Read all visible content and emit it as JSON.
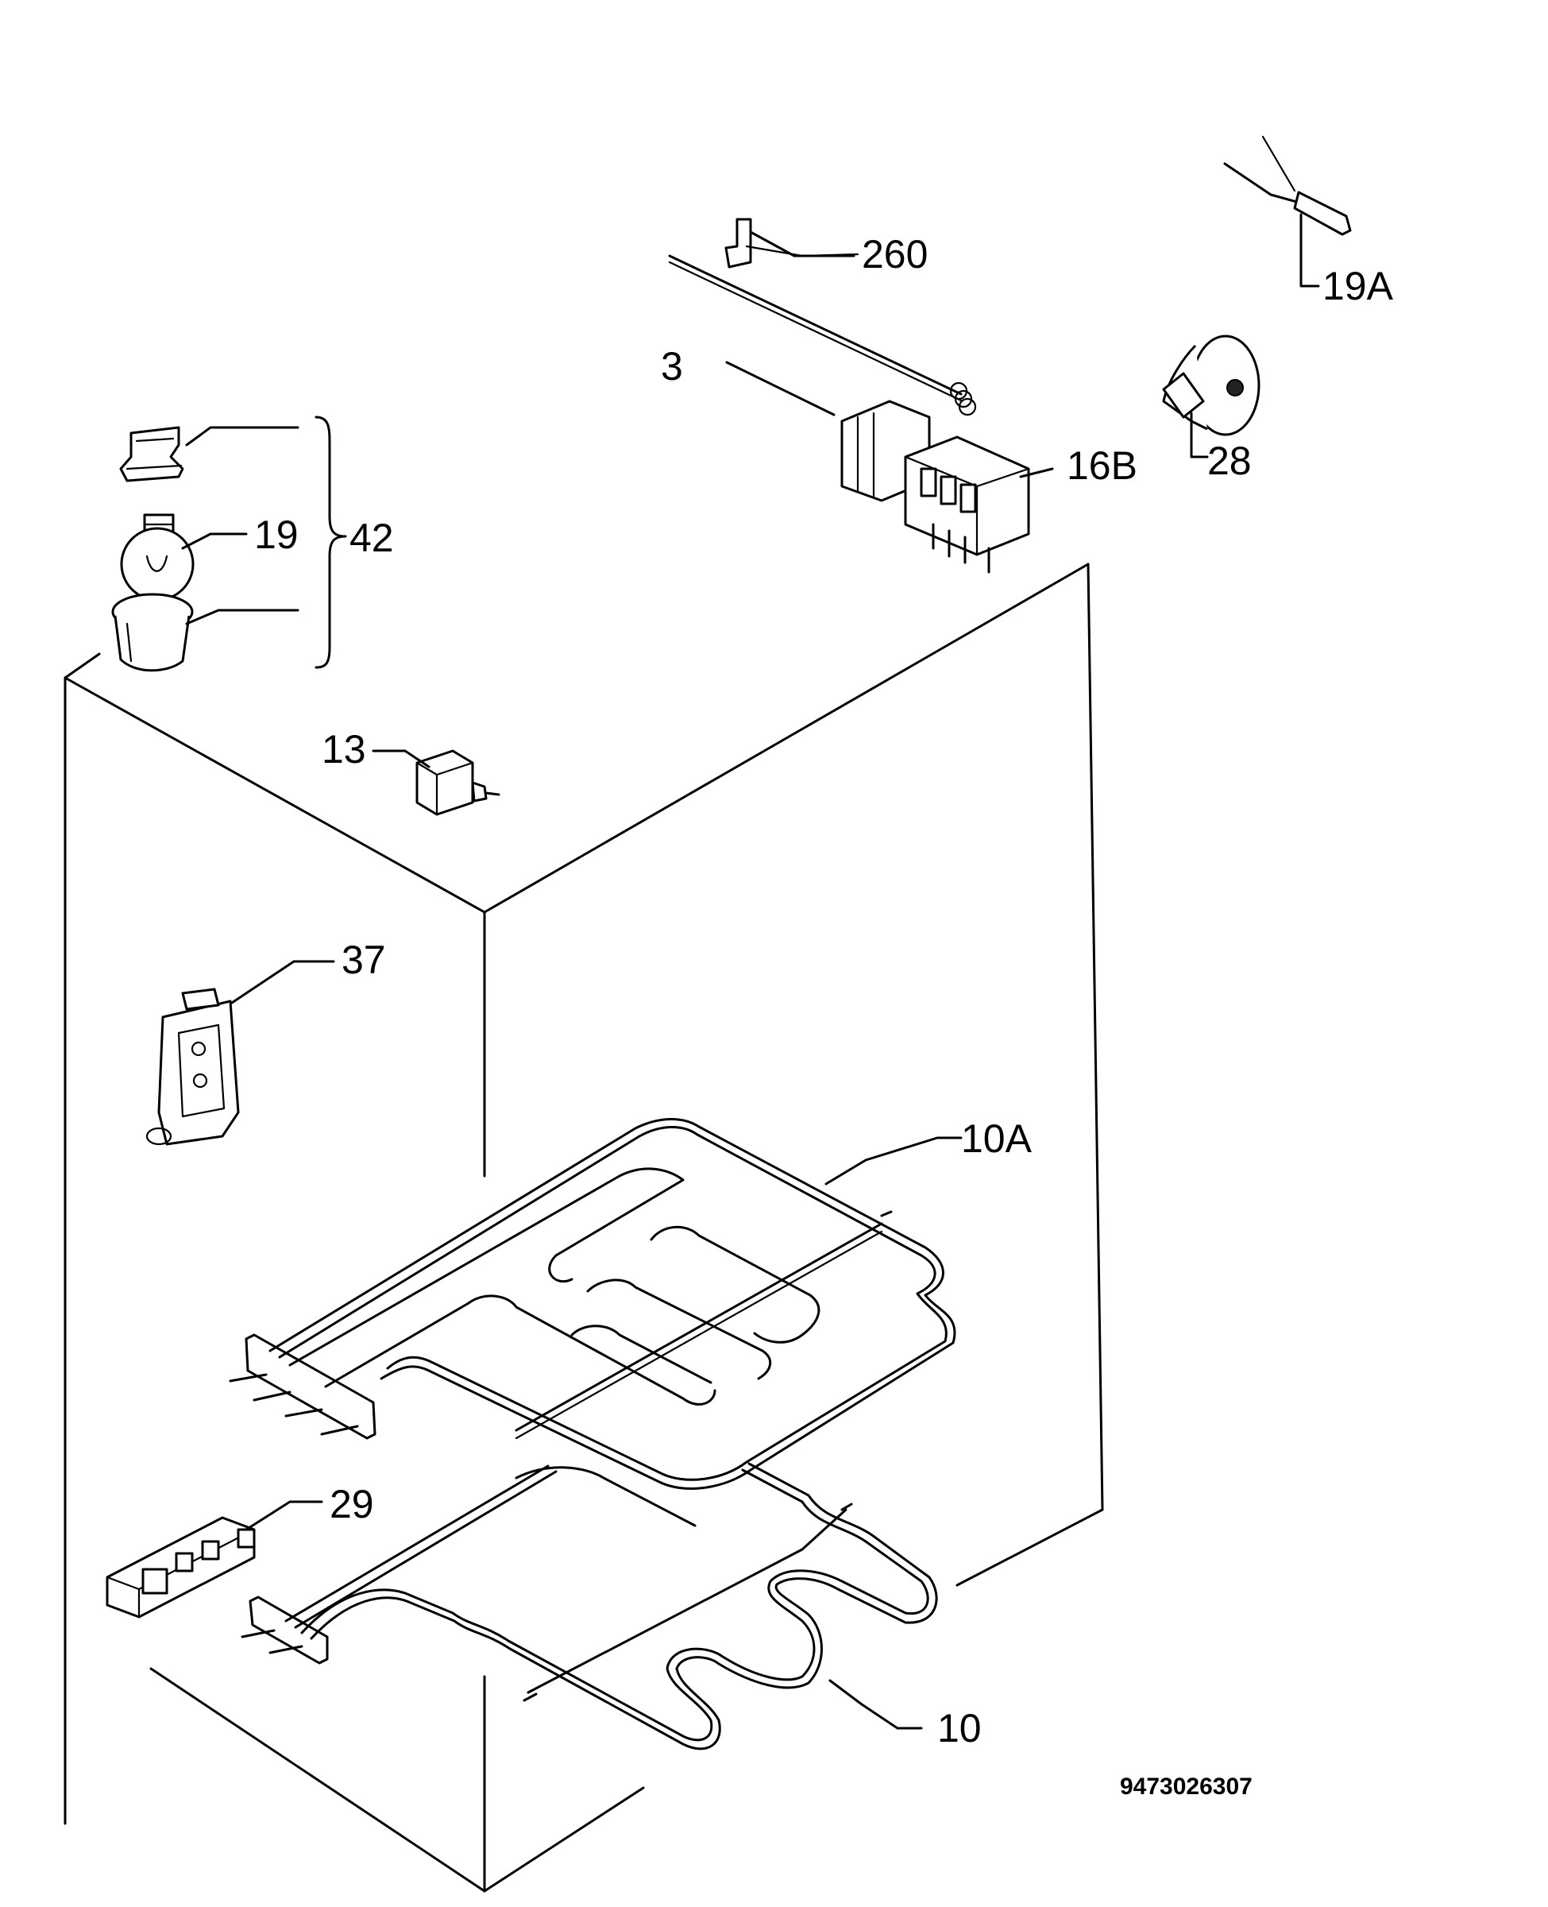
{
  "labels": {
    "p260": "260",
    "p19A": "19A",
    "p3": "3",
    "p16B": "16B",
    "p28": "28",
    "p19": "19",
    "p42": "42",
    "p13": "13",
    "p37": "37",
    "p10A": "10A",
    "p29": "29",
    "p10": "10"
  },
  "drawing_code": "9473026307"
}
